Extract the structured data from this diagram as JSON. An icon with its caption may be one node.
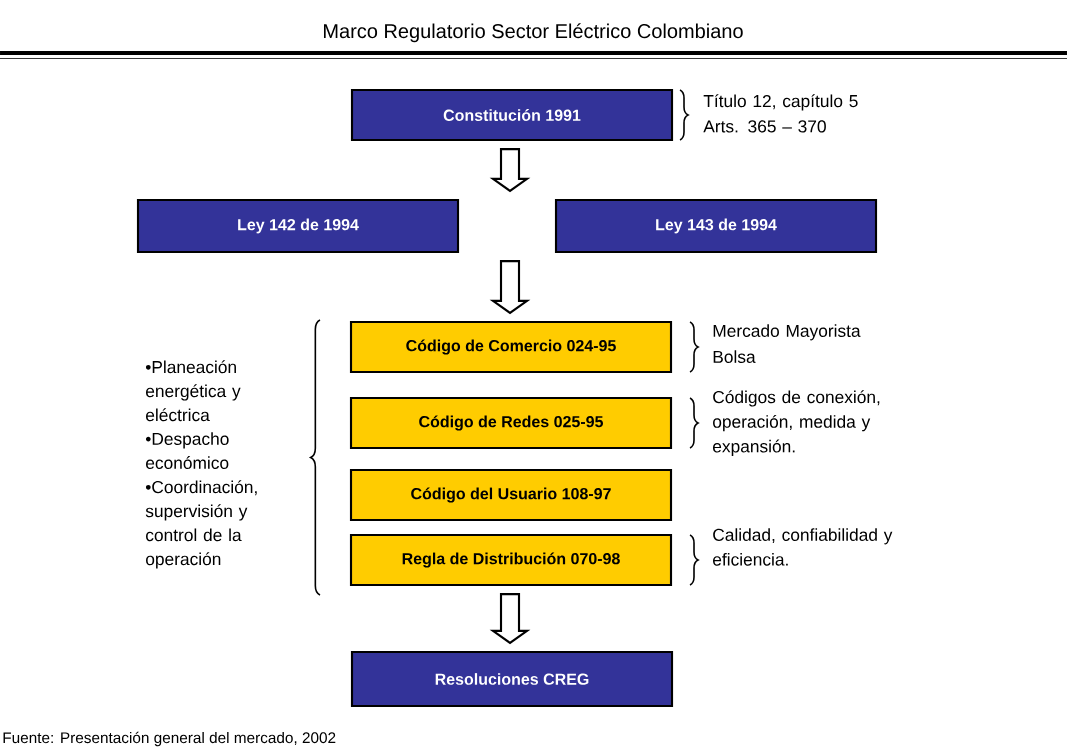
{
  "diagram": {
    "title": "Marco Regulatorio Sector Eléctrico Colombiano",
    "caption": "Fuente: Presentación general del mercado, 2002",
    "nodes": [
      {
        "text": [
          "Constitución 1991"
        ],
        "beside": [
          "Título 12, capítulo 5",
          "Arts. 365 – 370"
        ]
      },
      {
        "text": [
          "Ley 142 de 1994"
        ]
      },
      {
        "text": [
          "Ley 143 de 1994"
        ]
      },
      {
        "text": [
          "Código de Comercio 024-95"
        ],
        "beside": [
          "Mercado Mayorista",
          "Bolsa"
        ]
      },
      {
        "text": [
          "Código de Redes 025-95"
        ],
        "beside": [
          "Códigos de conexión, operación, medida y expansión."
        ]
      },
      {
        "text": [
          "Código del Usuario 108-97"
        ]
      },
      {
        "text": [
          "Regla de Distribución 070-98"
        ],
        "beside": [
          "Calidad, confiabilidad y eficiencia."
        ]
      },
      {
        "text": [
          "Resoluciones CREG"
        ]
      }
    ],
    "edges": [
      {
        "from": 0,
        "to": 1,
        "arrow": "to"
      },
      {
        "from": 0,
        "to": 2,
        "arrow": "to"
      },
      {
        "from": 1,
        "to": 3,
        "arrow": "to"
      },
      {
        "from": 2,
        "to": 3,
        "arrow": "to"
      },
      {
        "from": 6,
        "to": 7,
        "arrow": "to"
      }
    ],
    "labels": [
      "•Planeación energética y eléctrica",
      "•Despacho económico",
      "•Coordinación, supervisión y control de la operación"
    ]
  }
}
